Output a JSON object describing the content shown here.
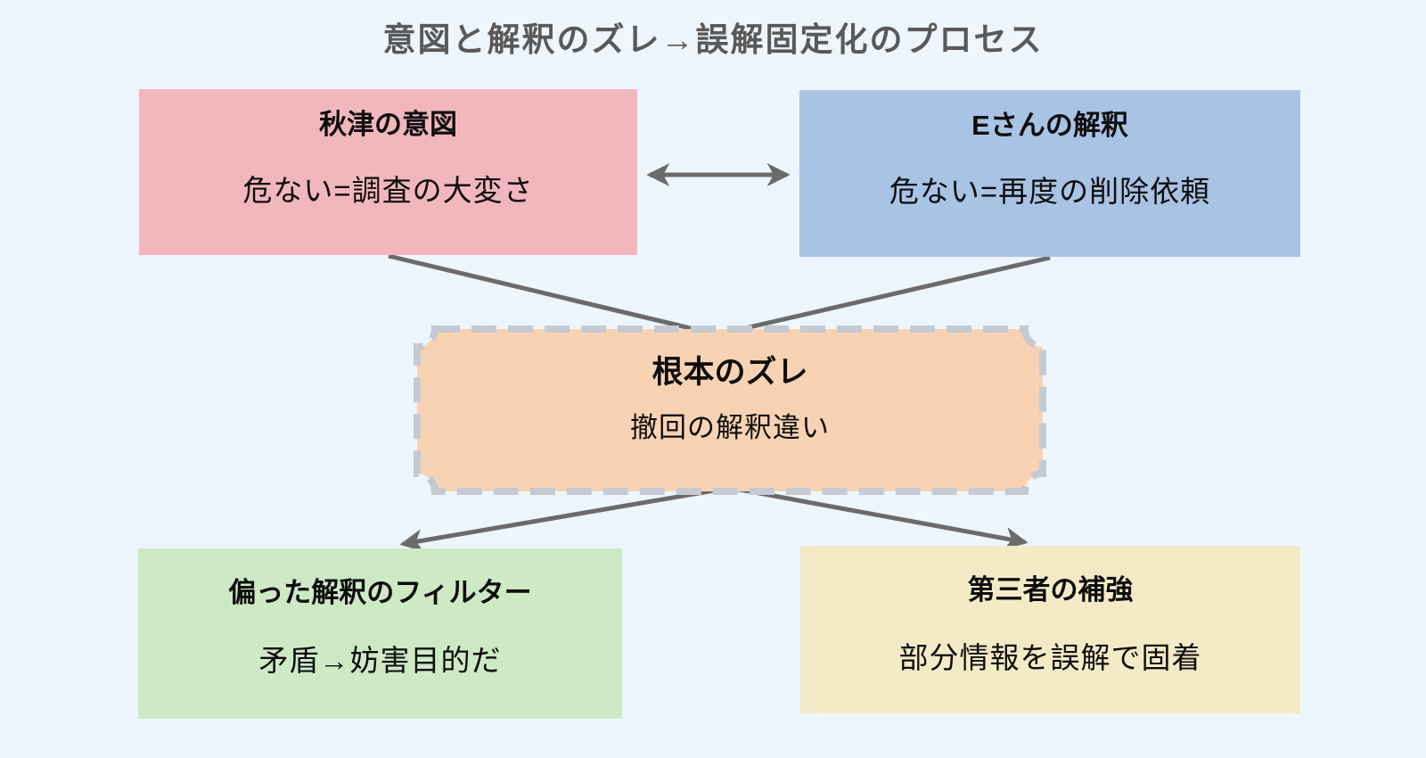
{
  "title": "意図と解釈のズレ→誤解固定化のプロセス",
  "colors": {
    "background": "#eef6fd",
    "title_text": "#595959",
    "connector": "#6b6b6b",
    "akitsu_fill": "#f2b7bd",
    "e_fill": "#a9c3e5",
    "core_fill": "#f8d3b3",
    "core_border": "#c5cad3",
    "filter_fill": "#cdeac5",
    "reinforce_fill": "#f4ebc6"
  },
  "boxes": {
    "akitsu_intent": {
      "title": "秋津の意図",
      "subtitle": "危ない=調査の大変さ"
    },
    "e_interpretation": {
      "title": "Eさんの解釈",
      "subtitle": "危ない=再度の削除依頼"
    },
    "core_gap": {
      "title": "根本のズレ",
      "subtitle": "撤回の解釈違い"
    },
    "biased_filter": {
      "title": "偏った解釈のフィルター",
      "subtitle": "矛盾→妨害目的だ"
    },
    "third_party": {
      "title": "第三者の補強",
      "subtitle": "部分情報を誤解で固着"
    }
  }
}
